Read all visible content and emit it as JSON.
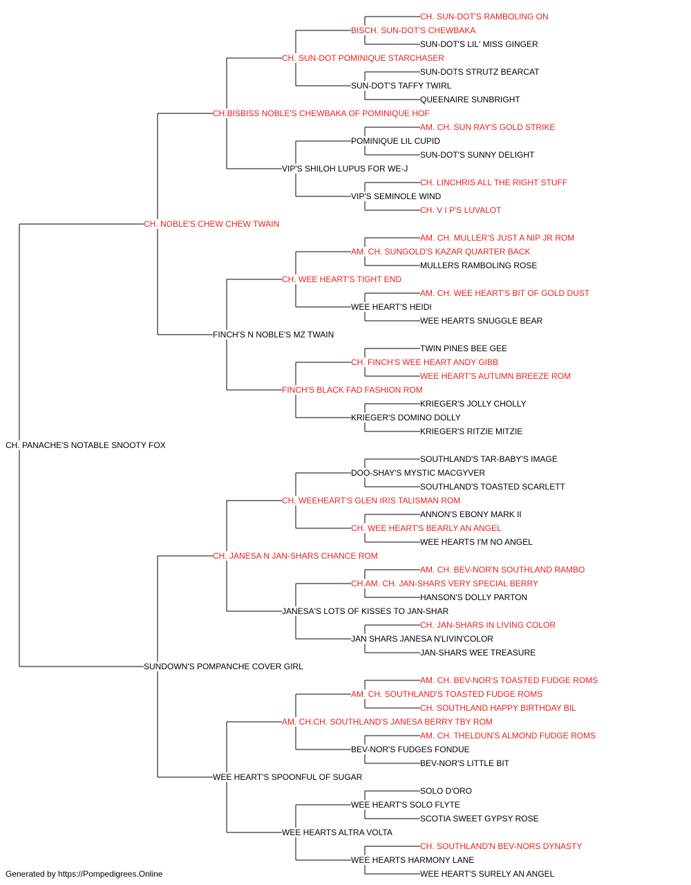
{
  "colors": {
    "champion": "#e8201c",
    "regular": "#000000",
    "line": "#000000"
  },
  "pedigree": {
    "name": "CH. PANACHE'S NOTABLE SNOOTY FOX",
    "champion": false,
    "sire": {
      "name": "CH. NOBLE'S CHEW CHEW TWAIN",
      "champion": true,
      "sire": {
        "name": "CH.BISBISS NOBLE'S CHEWBAKA OF POMINIQUE HOF",
        "champion": true,
        "sire": {
          "name": "CH. SUN-DOT POMINIQUE STARCHASER",
          "champion": true,
          "sire": {
            "name": "BISCH. SUN-DOT'S CHEWBAKA",
            "champion": true,
            "sire": {
              "name": "CH. SUN-DOT'S RAMBOLING ON",
              "champion": true
            },
            "dam": {
              "name": "SUN-DOT'S LIL' MISS GINGER",
              "champion": false
            }
          },
          "dam": {
            "name": "SUN-DOT'S TAFFY TWIRL",
            "champion": false,
            "sire": {
              "name": "SUN-DOTS STRUTZ BEARCAT",
              "champion": false
            },
            "dam": {
              "name": "QUEENAIRE SUNBRIGHT",
              "champion": false
            }
          }
        },
        "dam": {
          "name": "VIP'S SHILOH LUPUS FOR WE-J",
          "champion": false,
          "sire": {
            "name": "POMINIQUE LIL CUPID",
            "champion": false,
            "sire": {
              "name": "AM. CH. SUN RAY'S GOLD STRIKE",
              "champion": true
            },
            "dam": {
              "name": "SUN-DOT'S SUNNY DELIGHT",
              "champion": false
            }
          },
          "dam": {
            "name": "VIP'S SEMINOLE WIND",
            "champion": false,
            "sire": {
              "name": "CH. LINCHRIS ALL THE RIGHT STUFF",
              "champion": true
            },
            "dam": {
              "name": "CH. V I P'S LUVALOT",
              "champion": true
            }
          }
        }
      },
      "dam": {
        "name": "FINCH'S N NOBLE'S MZ TWAIN",
        "champion": false,
        "sire": {
          "name": "CH. WEE HEART'S TIGHT END",
          "champion": true,
          "sire": {
            "name": "AM. CH. SUNGOLD'S KAZAR QUARTER BACK",
            "champion": true,
            "sire": {
              "name": "AM. CH. MULLER'S JUST A NIP JR ROM",
              "champion": true
            },
            "dam": {
              "name": "MULLERS RAMBOLING ROSE",
              "champion": false
            }
          },
          "dam": {
            "name": "WEE HEART'S HEIDI",
            "champion": false,
            "sire": {
              "name": "AM. CH. WEE HEART'S BIT OF GOLD DUST",
              "champion": true
            },
            "dam": {
              "name": "WEE HEARTS SNUGGLE BEAR",
              "champion": false
            }
          }
        },
        "dam": {
          "name": "FINCH'S BLACK FAD FASHION ROM",
          "champion": true,
          "sire": {
            "name": "CH. FINCH'S WEE HEART ANDY GIBB",
            "champion": true,
            "sire": {
              "name": "TWIN PINES BEE GEE",
              "champion": false
            },
            "dam": {
              "name": "WEE HEART'S AUTUMN BREEZE ROM",
              "champion": true
            }
          },
          "dam": {
            "name": "KRIEGER'S DOMINO DOLLY",
            "champion": false,
            "sire": {
              "name": "KRIEGER'S JOLLY CHOLLY",
              "champion": false
            },
            "dam": {
              "name": "KRIEGER'S RITZIE MITZIE",
              "champion": false
            }
          }
        }
      }
    },
    "dam": {
      "name": "SUNDOWN'S POMPANCHE COVER GIRL",
      "champion": false,
      "sire": {
        "name": "CH. JANESA N JAN-SHARS CHANCE ROM",
        "champion": true,
        "sire": {
          "name": "CH. WEEHEART'S GLEN IRIS TALISMAN ROM",
          "champion": true,
          "sire": {
            "name": "DOO-SHAY'S MYSTIC MACGYVER",
            "champion": false,
            "sire": {
              "name": "SOUTHLAND'S TAR-BABY'S IMAGE",
              "champion": false
            },
            "dam": {
              "name": "SOUTHLAND'S TOASTED SCARLETT",
              "champion": false
            }
          },
          "dam": {
            "name": "CH. WEE HEART'S BEARLY AN ANGEL",
            "champion": true,
            "sire": {
              "name": "ANNON'S EBONY MARK II",
              "champion": false
            },
            "dam": {
              "name": "WEE HEARTS I'M NO ANGEL",
              "champion": false
            }
          }
        },
        "dam": {
          "name": "JANESA'S LOTS OF KISSES TO JAN-SHAR",
          "champion": false,
          "sire": {
            "name": "CH.AM. CH. JAN-SHARS VERY SPECIAL BERRY",
            "champion": true,
            "sire": {
              "name": "AM. CH. BEV-NOR'N SOUTHLAND RAMBO",
              "champion": true
            },
            "dam": {
              "name": "HANSON'S DOLLY PARTON",
              "champion": false
            }
          },
          "dam": {
            "name": "JAN SHARS JANESA N'LIVIN'COLOR",
            "champion": false,
            "sire": {
              "name": "CH. JAN-SHARS IN LIVING COLOR",
              "champion": true
            },
            "dam": {
              "name": "JAN-SHARS WEE TREASURE",
              "champion": false
            }
          }
        }
      },
      "dam": {
        "name": "WEE HEART'S SPOONFUL OF SUGAR",
        "champion": false,
        "sire": {
          "name": "AM. CH.CH. SOUTHLAND'S JANESA BERRY TBY ROM",
          "champion": true,
          "sire": {
            "name": "AM. CH. SOUTHLAND'S TOASTED FUDGE ROMS",
            "champion": true,
            "sire": {
              "name": "AM. CH. BEV-NOR'S TOASTED FUDGE ROMS",
              "champion": true
            },
            "dam": {
              "name": "CH. SOUTHLAND HAPPY BIRTHDAY BIL",
              "champion": true
            }
          },
          "dam": {
            "name": "BEV-NOR'S FUDGES FONDUE",
            "champion": false,
            "sire": {
              "name": "AM. CH. THELDUN'S ALMOND FUDGE ROMS",
              "champion": true
            },
            "dam": {
              "name": "BEV-NOR'S LITTLE BIT",
              "champion": false
            }
          }
        },
        "dam": {
          "name": "WEE HEARTS ALTRA VOLTA",
          "champion": false,
          "sire": {
            "name": "WEE HEART'S SOLO FLYTE",
            "champion": false,
            "sire": {
              "name": "SOLO D'ORO",
              "champion": false
            },
            "dam": {
              "name": "SCOTIA SWEET GYPSY ROSE",
              "champion": false
            }
          },
          "dam": {
            "name": "WEE HEARTS HARMONY LANE",
            "champion": false,
            "sire": {
              "name": "CH. SOUTHLAND'N BEV-NORS DYNASTY",
              "champion": true
            },
            "dam": {
              "name": "WEE HEART'S SURELY AN ANGEL",
              "champion": false
            }
          }
        }
      }
    }
  },
  "footer": "Generated by https://Pompedigrees.Online"
}
